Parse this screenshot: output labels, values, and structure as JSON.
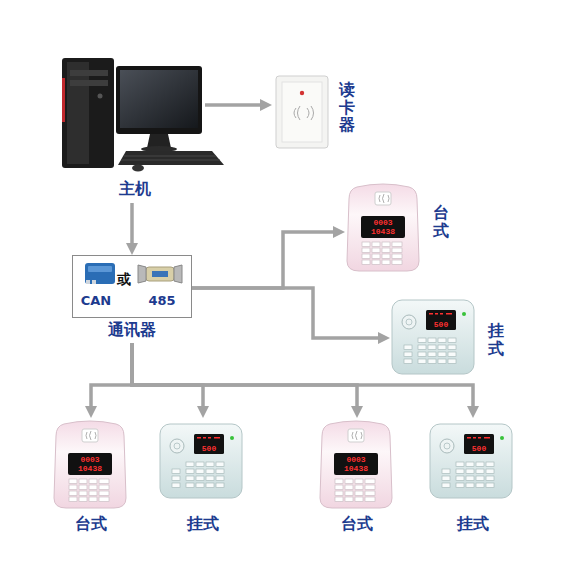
{
  "diagram": {
    "nodes": [
      {
        "text": [
          "主机"
        ]
      },
      {
        "text": [
          "读卡器"
        ]
      },
      {
        "text": [
          "或",
          "CAN",
          "485",
          "通讯器"
        ]
      },
      {
        "text": [
          "台式",
          "0003",
          "10438"
        ]
      },
      {
        "text": [
          "挂式",
          "500"
        ]
      },
      {
        "text": [
          "台式",
          "0003",
          "10438"
        ]
      },
      {
        "text": [
          "挂式",
          "500"
        ]
      },
      {
        "text": [
          "台式",
          "0003",
          "10438"
        ]
      },
      {
        "text": [
          "挂式",
          "500"
        ]
      }
    ],
    "edges": [
      {
        "from": 0,
        "to": 1,
        "arrow": "to"
      },
      {
        "from": 0,
        "to": 2,
        "arrow": "to"
      },
      {
        "from": 2,
        "to": 3,
        "arrow": "to"
      },
      {
        "from": 2,
        "to": 4,
        "arrow": "to"
      },
      {
        "from": 2,
        "to": 5,
        "arrow": "to"
      },
      {
        "from": 2,
        "to": 6,
        "arrow": "to"
      },
      {
        "from": 2,
        "to": 7,
        "arrow": "to"
      },
      {
        "from": 2,
        "to": 8,
        "arrow": "to"
      }
    ]
  }
}
